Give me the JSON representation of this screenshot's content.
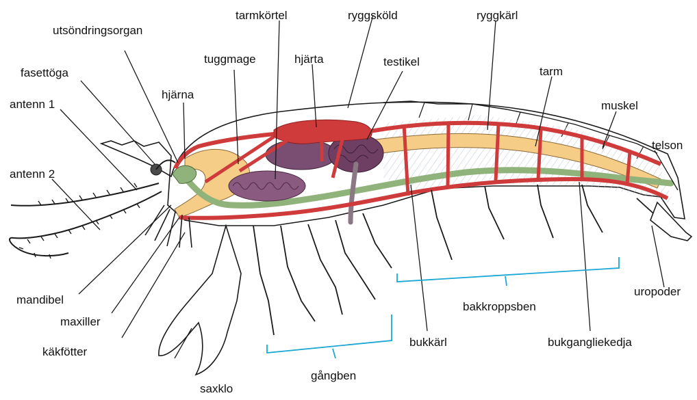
{
  "labels": {
    "utsondringsorgan": "utsöndringsorgan",
    "fasettoga": "fasettöga",
    "antenn1": "antenn 1",
    "antenn2": "antenn 2",
    "mandibel": "mandibel",
    "maxiller": "maxiller",
    "kakfotter": "käkfötter",
    "saxklo": "saxklo",
    "gangben": "gångben",
    "bukkarl": "bukkärl",
    "bakkroppsben": "bakkroppsben",
    "bukganglie": "bukgangliekedja",
    "uropoder": "uropoder",
    "telson": "telson",
    "muskel": "muskel",
    "tarm": "tarm",
    "ryggkarl": "ryggkärl",
    "ryggskold": "ryggsköld",
    "testikel": "testikel",
    "tarmkortel": "tarmkörtel",
    "hjarta": "hjärta",
    "tuggmage": "tuggmage",
    "hjarna": "hjärna"
  },
  "colors": {
    "blood_vessel": "#cf3b3b",
    "gut": "#f6cd86",
    "nerve": "#8fb37a",
    "gland": "#8a5a80",
    "testis": "#6e3f62",
    "bracket": "#1aa7d6",
    "outline": "#1a1a1a"
  }
}
